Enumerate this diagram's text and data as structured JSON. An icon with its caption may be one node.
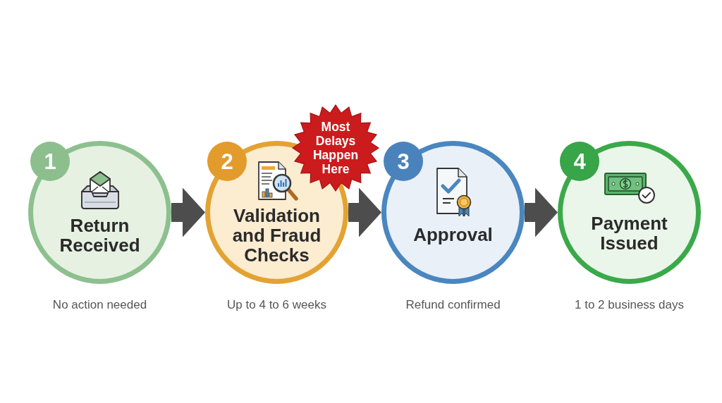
{
  "diagram": {
    "nodes": [
      {
        "text": [
          "1",
          "Return Received"
        ],
        "beside": [
          "No action needed"
        ]
      },
      {
        "text": [
          "2",
          "Validation and Fraud Checks"
        ],
        "beside": [
          "Up to 4 to 6 weeks"
        ]
      },
      {
        "text": [
          "Most Delays Happen Here"
        ]
      },
      {
        "text": [
          "3",
          "Approval"
        ],
        "beside": [
          "Refund confirmed"
        ]
      },
      {
        "text": [
          "4",
          "Payment Issued"
        ],
        "beside": [
          "1 to 2 business days"
        ]
      }
    ],
    "edges": [
      {
        "from": 0,
        "to": 1,
        "arrow": "to"
      },
      {
        "from": 1,
        "to": 3,
        "arrow": "to"
      },
      {
        "from": 3,
        "to": 4,
        "arrow": "to"
      }
    ]
  }
}
